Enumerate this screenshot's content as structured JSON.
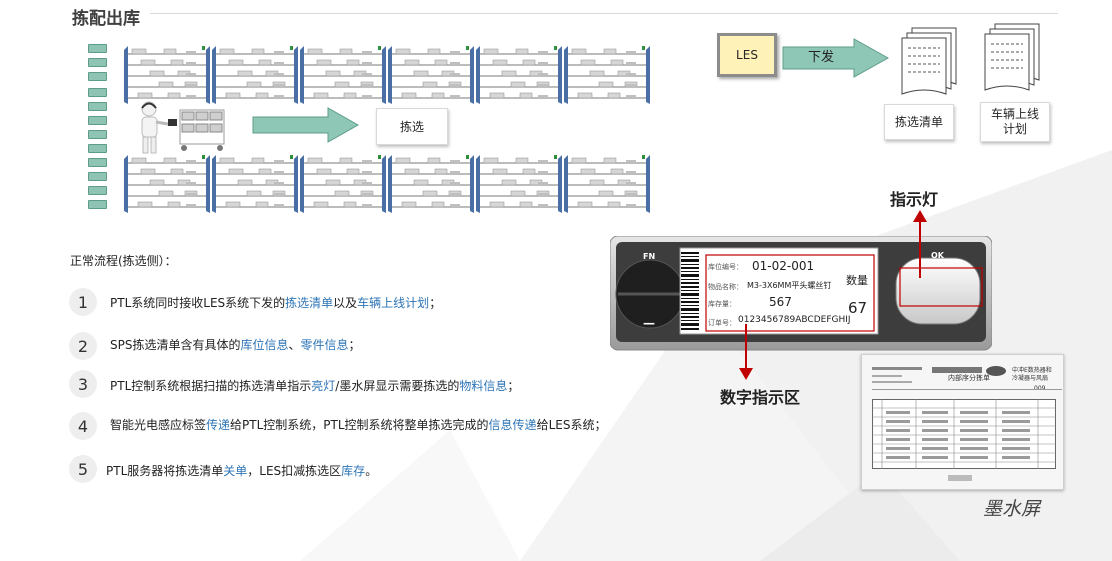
{
  "page": {
    "title": "拣配出库"
  },
  "warehouse": {
    "pick_label": "拣选"
  },
  "flow": {
    "les_label": "LES",
    "arrow_label": "下发",
    "doc1_label": "拣选清单",
    "doc2_line1": "车辆上线",
    "doc2_line2": "计划"
  },
  "process": {
    "intro": "正常流程(拣选侧）：",
    "steps": [
      {
        "num": "1",
        "parts": [
          {
            "t": "PTL系统同时接收LES系统下发的"
          },
          {
            "t": "拣选清单",
            "hl": true
          },
          {
            "t": "以及"
          },
          {
            "t": "车辆上线计划",
            "hl": true
          },
          {
            "t": "；"
          }
        ]
      },
      {
        "num": "2",
        "parts": [
          {
            "t": "SPS拣选清单含有具体的"
          },
          {
            "t": "库位信息",
            "hl": true
          },
          {
            "t": "、"
          },
          {
            "t": "零件信息",
            "hl": true
          },
          {
            "t": "；"
          }
        ]
      },
      {
        "num": "3",
        "parts": [
          {
            "t": "PTL控制系统根据扫描的拣选清单指示"
          },
          {
            "t": "亮灯",
            "hl": true
          },
          {
            "t": "/墨水屏显示需要拣选的"
          },
          {
            "t": "物料信息",
            "hl": true
          },
          {
            "t": "；"
          }
        ]
      },
      {
        "num": "4",
        "parts": [
          {
            "t": "智能光电感应标签"
          },
          {
            "t": "传递",
            "hl": true
          },
          {
            "t": "给PTL控制系统，PTL控制系统将整单拣选完成的"
          },
          {
            "t": "信息传递",
            "hl": true
          },
          {
            "t": "给LES系统；"
          }
        ]
      },
      {
        "num": "5",
        "parts": [
          {
            "t": "PTL服务器将拣选清单"
          },
          {
            "t": "关单",
            "hl": true
          },
          {
            "t": "，LES扣减拣选区"
          },
          {
            "t": "库存",
            "hl": true
          },
          {
            "t": "。"
          }
        ]
      }
    ]
  },
  "device": {
    "fn_label": "FN",
    "minus_label": "—",
    "ok_label": "OK",
    "loc_key": "库位编号：",
    "loc_val": "01-02-001",
    "name_key": "物品名称：",
    "name_val": "M3-3X6MM平头螺丝钉",
    "stock_key": "库存量：",
    "stock_val": "567",
    "order_key": "订单号：",
    "order_val": "0123456789ABCDEFGHIJ",
    "qty_key": "数量",
    "qty_val": "67",
    "indicator_light_label": "指示灯",
    "digit_area_label": "数字指示区"
  },
  "epaper": {
    "label": "墨水屏",
    "header_title": "内部序分拣单",
    "header_right_1": "中冲E数热器和",
    "header_right_2": "冷凝器与风扇",
    "header_code": "009"
  },
  "colors": {
    "highlight": "#2e75b6",
    "rack_blue": "#4a6fa5",
    "tote_green": "#8fc4b4",
    "les_fill": "#fff2b8",
    "arrow_green": "#8fc7b7",
    "indicator_red": "#c00000"
  }
}
